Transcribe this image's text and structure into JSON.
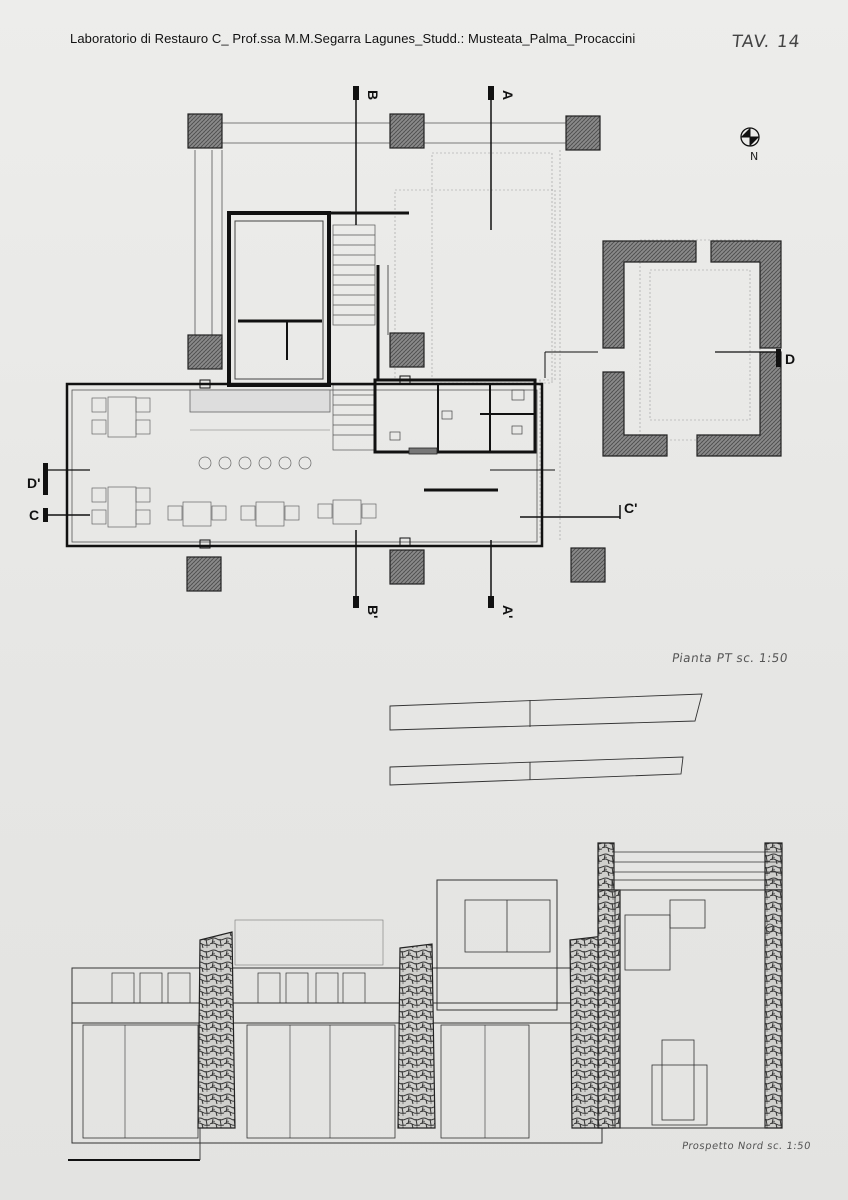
{
  "header": {
    "title": "Laboratorio di Restauro C_ Prof.ssa M.M.Segarra Lagunes_Studd.: Musteata_Palma_Procaccini",
    "sheet": "TAV. 14"
  },
  "plan": {
    "label": "Pianta PT sc. 1:50",
    "north": "N",
    "sections": {
      "a_top": "A",
      "a_bottom": "A'",
      "b_top": "B",
      "b_bottom": "B'",
      "c_left": "C",
      "c_right": "C'",
      "d_left": "D'",
      "d_right": "D"
    }
  },
  "elevation": {
    "label": "Prospetto Nord sc. 1:50"
  }
}
